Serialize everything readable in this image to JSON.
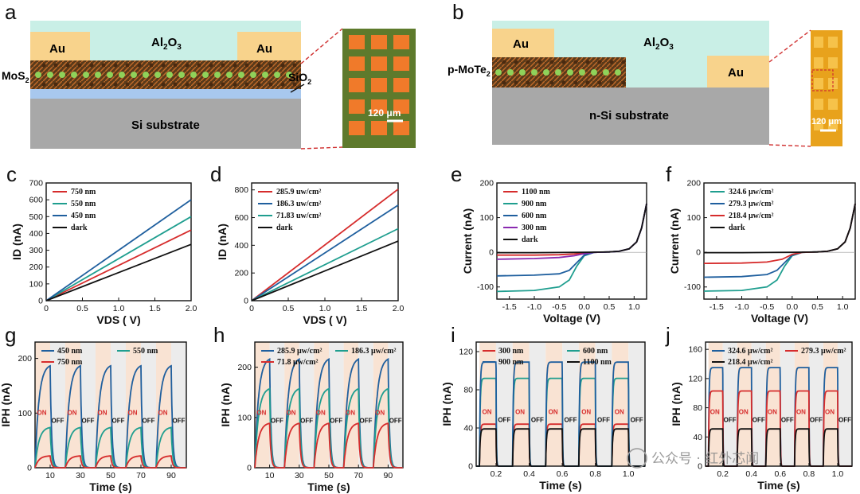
{
  "panels": [
    "a",
    "b",
    "c",
    "d",
    "e",
    "f",
    "g",
    "h",
    "i",
    "j"
  ],
  "diagram_a": {
    "au_left": "Au",
    "au_right": "Au",
    "top_layer": "Al2O3",
    "material": "MoS2",
    "oxide": "SiO2",
    "substrate": "Si substrate",
    "scale": "120 μm"
  },
  "diagram_b": {
    "au_left": "Au",
    "au_right": "Au",
    "top_layer": "Al2O3",
    "material": "p-MoTe2",
    "substrate": "n-Si substrate",
    "scale": "120 μm"
  },
  "on_label": "ON",
  "off_label": "OFF",
  "watermark": "公众号 · 红外芯闻",
  "chart_data": [
    {
      "panel": "c",
      "type": "line",
      "xlabel": "VDS ( V)",
      "ylabel": "ID (nA)",
      "xlim": [
        0,
        2
      ],
      "ylim": [
        0,
        700
      ],
      "xticks": [
        0,
        0.5,
        1.0,
        1.5,
        2.0
      ],
      "xtick_labels": [
        "0",
        "0.5",
        "1.0",
        "1.5",
        "2.0"
      ],
      "yticks": [
        0,
        100,
        200,
        300,
        400,
        500,
        600,
        700
      ],
      "ytick_labels": [
        "0",
        "100",
        "200",
        "300",
        "400",
        "500",
        "600",
        "700"
      ],
      "legend": "top-left",
      "series": [
        {
          "name": "750 nm",
          "color": "#d62c2c",
          "x": [
            0,
            2
          ],
          "y": [
            0,
            420
          ]
        },
        {
          "name": "550 nm",
          "color": "#1f9e8f",
          "x": [
            0,
            2
          ],
          "y": [
            0,
            500
          ]
        },
        {
          "name": "450 nm",
          "color": "#1f5f9e",
          "x": [
            0,
            2
          ],
          "y": [
            0,
            600
          ]
        },
        {
          "name": "dark",
          "color": "#111111",
          "x": [
            0,
            2
          ],
          "y": [
            0,
            335
          ]
        }
      ]
    },
    {
      "panel": "d",
      "type": "line",
      "xlabel": "VDS ( V)",
      "ylabel": "ID (nA)",
      "xlim": [
        0,
        2
      ],
      "ylim": [
        0,
        850
      ],
      "xticks": [
        0,
        0.5,
        1.0,
        1.5,
        2.0
      ],
      "xtick_labels": [
        "0",
        "0.5",
        "1.0",
        "1.5",
        "2.0"
      ],
      "yticks": [
        0,
        200,
        400,
        600,
        800
      ],
      "ytick_labels": [
        "0",
        "200",
        "400",
        "600",
        "800"
      ],
      "legend": "top-left",
      "series": [
        {
          "name": "285.9 uw/cm²",
          "color": "#d62c2c",
          "x": [
            0,
            2
          ],
          "y": [
            0,
            805
          ]
        },
        {
          "name": "186.3 uw/cm²",
          "color": "#1f5f9e",
          "x": [
            0,
            2
          ],
          "y": [
            0,
            690
          ]
        },
        {
          "name": "71.83 uw/cm²",
          "color": "#1f9e8f",
          "x": [
            0,
            2
          ],
          "y": [
            0,
            520
          ]
        },
        {
          "name": "dark",
          "color": "#111111",
          "x": [
            0,
            2
          ],
          "y": [
            0,
            430
          ]
        }
      ]
    },
    {
      "panel": "e",
      "type": "line",
      "xlabel": "Voltage (V)",
      "ylabel": "Current (nA)",
      "xlim": [
        -1.75,
        1.25
      ],
      "ylim": [
        -135,
        200
      ],
      "xticks": [
        -1.5,
        -1.0,
        -0.5,
        0.0,
        0.5,
        1.0
      ],
      "xtick_labels": [
        "-1.5",
        "-1.0",
        "-0.5",
        "0.0",
        "0.5",
        "1.0"
      ],
      "yticks": [
        -100,
        0,
        100,
        200
      ],
      "ytick_labels": [
        "-100",
        "0",
        "100",
        "200"
      ],
      "legend": "top-left",
      "series": [
        {
          "name": "1100 nm",
          "color": "#d62c2c",
          "x": [
            -1.75,
            -1,
            -0.5,
            -0.2,
            0,
            0.2,
            0.5,
            0.7,
            0.9,
            1.05,
            1.15,
            1.25
          ],
          "y": [
            -8,
            -8,
            -7,
            -5,
            -2,
            0,
            1,
            3,
            10,
            30,
            70,
            140
          ]
        },
        {
          "name": "900 nm",
          "color": "#1f9e8f",
          "x": [
            -1.75,
            -1,
            -0.5,
            -0.3,
            -0.15,
            0,
            0.2,
            0.5,
            0.7,
            0.9,
            1.05,
            1.15,
            1.25
          ],
          "y": [
            -113,
            -110,
            -100,
            -80,
            -40,
            -10,
            0,
            1,
            3,
            10,
            30,
            70,
            140
          ]
        },
        {
          "name": "600 nm",
          "color": "#1f5f9e",
          "x": [
            -1.75,
            -1,
            -0.5,
            -0.3,
            -0.15,
            0,
            0.2,
            0.5,
            0.7,
            0.9,
            1.05,
            1.15,
            1.25
          ],
          "y": [
            -68,
            -66,
            -62,
            -52,
            -30,
            -8,
            0,
            1,
            3,
            10,
            30,
            70,
            140
          ]
        },
        {
          "name": "300 nm",
          "color": "#8a2ab0",
          "x": [
            -1.75,
            -1,
            -0.5,
            -0.2,
            0,
            0.2,
            0.5,
            0.7,
            0.9,
            1.05,
            1.15,
            1.25
          ],
          "y": [
            -20,
            -18,
            -15,
            -10,
            -4,
            0,
            1,
            3,
            10,
            30,
            70,
            140
          ]
        },
        {
          "name": "dark",
          "color": "#111111",
          "x": [
            -1.75,
            -1,
            -0.5,
            0,
            0.5,
            0.7,
            0.9,
            1.05,
            1.15,
            1.25
          ],
          "y": [
            -1,
            -1,
            -0.5,
            0,
            1,
            3,
            10,
            30,
            70,
            140
          ]
        }
      ]
    },
    {
      "panel": "f",
      "type": "line",
      "xlabel": "Voltage (V)",
      "ylabel": "Current (nA)",
      "xlim": [
        -1.75,
        1.25
      ],
      "ylim": [
        -135,
        200
      ],
      "xticks": [
        -1.5,
        -1.0,
        -0.5,
        0.0,
        0.5,
        1.0
      ],
      "xtick_labels": [
        "-1.5",
        "-1.0",
        "-0.5",
        "0.0",
        "0.5",
        "1.0"
      ],
      "yticks": [
        -100,
        0,
        100,
        200
      ],
      "ytick_labels": [
        "-100",
        "0",
        "100",
        "200"
      ],
      "legend": "top-left",
      "series": [
        {
          "name": "324.6 μw/cm²",
          "color": "#1f9e8f",
          "x": [
            -1.75,
            -1,
            -0.5,
            -0.3,
            -0.15,
            0,
            0.2,
            0.5,
            0.7,
            0.9,
            1.05,
            1.15,
            1.25
          ],
          "y": [
            -112,
            -110,
            -100,
            -80,
            -40,
            -10,
            0,
            1,
            3,
            10,
            30,
            70,
            140
          ]
        },
        {
          "name": "279.3 μw/cm²",
          "color": "#1f5f9e",
          "x": [
            -1.75,
            -1,
            -0.5,
            -0.3,
            -0.15,
            0,
            0.2,
            0.5,
            0.7,
            0.9,
            1.05,
            1.15,
            1.25
          ],
          "y": [
            -72,
            -70,
            -64,
            -52,
            -30,
            -8,
            0,
            1,
            3,
            10,
            30,
            70,
            140
          ]
        },
        {
          "name": "218.4 μw/cm²",
          "color": "#d62c2c",
          "x": [
            -1.75,
            -1,
            -0.5,
            -0.2,
            0,
            0.2,
            0.5,
            0.7,
            0.9,
            1.05,
            1.15,
            1.25
          ],
          "y": [
            -32,
            -31,
            -28,
            -20,
            -6,
            0,
            1,
            3,
            10,
            30,
            70,
            140
          ]
        },
        {
          "name": "dark",
          "color": "#111111",
          "x": [
            -1.75,
            -1,
            -0.5,
            0,
            0.5,
            0.7,
            0.9,
            1.05,
            1.15,
            1.25
          ],
          "y": [
            -1,
            -1,
            -0.5,
            0,
            1,
            3,
            10,
            30,
            70,
            140
          ]
        }
      ]
    },
    {
      "panel": "g",
      "type": "line",
      "xlabel": "Time (s)",
      "ylabel": "IPH (nA)",
      "xlim": [
        0,
        100
      ],
      "ylim": [
        0,
        230
      ],
      "xticks": [
        10,
        30,
        50,
        70,
        90
      ],
      "xtick_labels": [
        "10",
        "30",
        "50",
        "70",
        "90"
      ],
      "yticks": [
        0,
        100,
        200
      ],
      "ytick_labels": [
        "0",
        "100",
        "200"
      ],
      "legend": "top",
      "cycles": {
        "start": 0,
        "period": 20,
        "on": 10,
        "count": 5,
        "rise": 2.5,
        "decay": 0.9
      },
      "series": [
        {
          "name": "450 nm",
          "color": "#1f5f9e",
          "amp": 190
        },
        {
          "name": "550 nm",
          "color": "#1f9e8f",
          "amp": 75
        },
        {
          "name": "750 nm",
          "color": "#d62c2c",
          "amp": 22
        }
      ]
    },
    {
      "panel": "h",
      "type": "line",
      "xlabel": "Time (s)",
      "ylabel": "IPH (nA)",
      "xlim": [
        0,
        100
      ],
      "ylim": [
        0,
        250
      ],
      "xticks": [
        10,
        30,
        50,
        70,
        90
      ],
      "xtick_labels": [
        "10",
        "30",
        "50",
        "70",
        "90"
      ],
      "yticks": [
        0,
        100,
        200
      ],
      "ytick_labels": [
        "0",
        "100",
        "200"
      ],
      "legend": "top",
      "cycles": {
        "start": 0,
        "period": 20,
        "on": 10,
        "count": 5,
        "rise": 2.5,
        "decay": 0.9
      },
      "series": [
        {
          "name": "285.9 μw/cm²",
          "color": "#1f5f9e",
          "amp": 220
        },
        {
          "name": "186.3 μw/cm²",
          "color": "#1f9e8f",
          "amp": 160
        },
        {
          "name": "71.8 μw/cm²",
          "color": "#d62c2c",
          "amp": 90
        }
      ]
    },
    {
      "panel": "i",
      "type": "line",
      "xlabel": "Time (s)",
      "ylabel": "IPH (nA)",
      "xlim": [
        0.08,
        1.1
      ],
      "ylim": [
        0,
        130
      ],
      "xticks": [
        0.2,
        0.4,
        0.6,
        0.8,
        1.0
      ],
      "xtick_labels": [
        "0.2",
        "0.4",
        "0.6",
        "0.8",
        "1.0"
      ],
      "yticks": [
        0,
        40,
        80,
        120
      ],
      "ytick_labels": [
        "0",
        "40",
        "80",
        "120"
      ],
      "legend": "top",
      "cycles": {
        "start": 0.1,
        "period": 0.2,
        "on": 0.1,
        "count": 5,
        "rise": 0.004,
        "decay": 0.002
      },
      "series": [
        {
          "name": "300 nm",
          "color": "#d62c2c",
          "amp": 44
        },
        {
          "name": "600 nm",
          "color": "#1f9e8f",
          "amp": 92
        },
        {
          "name": "900 nm",
          "color": "#1f5f9e",
          "amp": 109
        },
        {
          "name": "1100 nm",
          "color": "#111111",
          "amp": 39
        }
      ]
    },
    {
      "panel": "j",
      "type": "line",
      "xlabel": "Time (s)",
      "ylabel": "IPH (nA)",
      "xlim": [
        0.08,
        1.1
      ],
      "ylim": [
        0,
        170
      ],
      "xticks": [
        0.2,
        0.4,
        0.6,
        0.8,
        1.0
      ],
      "xtick_labels": [
        "0.2",
        "0.4",
        "0.6",
        "0.8",
        "1.0"
      ],
      "yticks": [
        0,
        40,
        80,
        120,
        160
      ],
      "ytick_labels": [
        "0",
        "40",
        "80",
        "120",
        "160"
      ],
      "legend": "top",
      "cycles": {
        "start": 0.1,
        "period": 0.2,
        "on": 0.1,
        "count": 5,
        "rise": 0.004,
        "decay": 0.002
      },
      "series": [
        {
          "name": "324.6 μw/cm²",
          "color": "#1f5f9e",
          "amp": 135
        },
        {
          "name": "279.3 μw/cm²",
          "color": "#d62c2c",
          "amp": 103
        },
        {
          "name": "218.4 μw/cm²",
          "color": "#111111",
          "amp": 51
        }
      ]
    }
  ]
}
